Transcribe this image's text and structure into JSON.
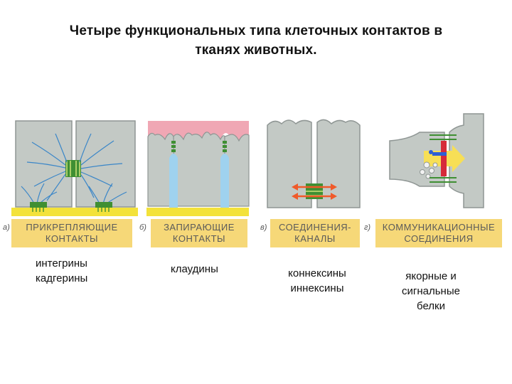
{
  "title": {
    "line1": "Четыре функциональных типа клеточных контактов в",
    "line2": "тканях животных."
  },
  "panels": [
    {
      "letter": "а)",
      "label_line1": "ПРИКРЕПЛЯЮЩИЕ",
      "label_line2": "КОНТАКТЫ",
      "note_lines": [
        "интегрины",
        "кадгерины"
      ]
    },
    {
      "letter": "б)",
      "label_line1": "ЗАПИРАЮЩИЕ",
      "label_line2": "КОНТАКТЫ",
      "note_lines": [
        "клаудины"
      ]
    },
    {
      "letter": "в)",
      "label_line1": "СОЕДИНЕНИЯ-",
      "label_line2": "КАНАЛЫ",
      "note_lines": [
        "коннексины",
        "иннексины"
      ]
    },
    {
      "letter": "г)",
      "label_line1": "КОММУНИКАЦИОННЫЕ",
      "label_line2": "СОЕДИНЕНИЯ",
      "note_lines": [
        "якорные и",
        "сигнальные",
        "белки"
      ]
    }
  ],
  "colors": {
    "cell": "#c3c9c5",
    "cell_border": "#8f9694",
    "matrix": "#f3e23a",
    "lumen": "#f0a7b4",
    "junction": "#3f8f33",
    "filament": "#3a86c8",
    "channel": "#f05a2a",
    "receptor": "#d62a3a",
    "signal_arrow": "#f7df56",
    "label_bg": "#f6d878"
  }
}
